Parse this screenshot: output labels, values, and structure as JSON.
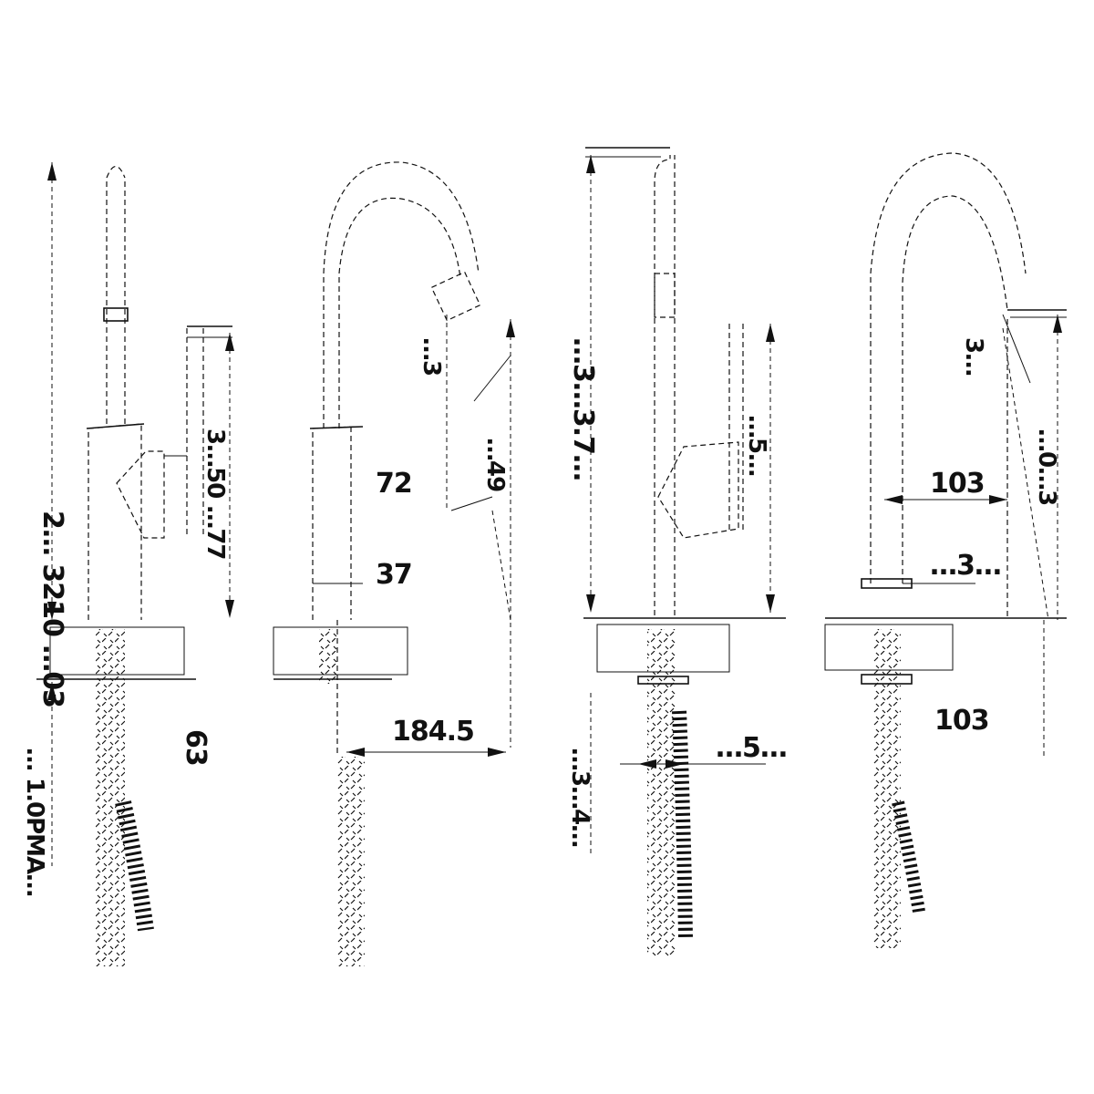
{
  "views": [
    {
      "name": "faucet-view-1-side",
      "labels": [
        "2… 3210 …03",
        "3…50 …77",
        "63",
        "… 1.0PMA…"
      ]
    },
    {
      "name": "faucet-view-2-arc",
      "labels": [
        "72",
        "37",
        "…3",
        "…49",
        "184.5"
      ]
    },
    {
      "name": "faucet-view-3-side",
      "labels": [
        "…3…3.7…",
        "…5…",
        "…5…",
        "…3…4…"
      ]
    },
    {
      "name": "faucet-view-4-arc",
      "labels": [
        "3…",
        "…3…",
        "103",
        "…0…3"
      ]
    }
  ],
  "colors": {
    "line": "#111111",
    "background": "#ffffff"
  }
}
